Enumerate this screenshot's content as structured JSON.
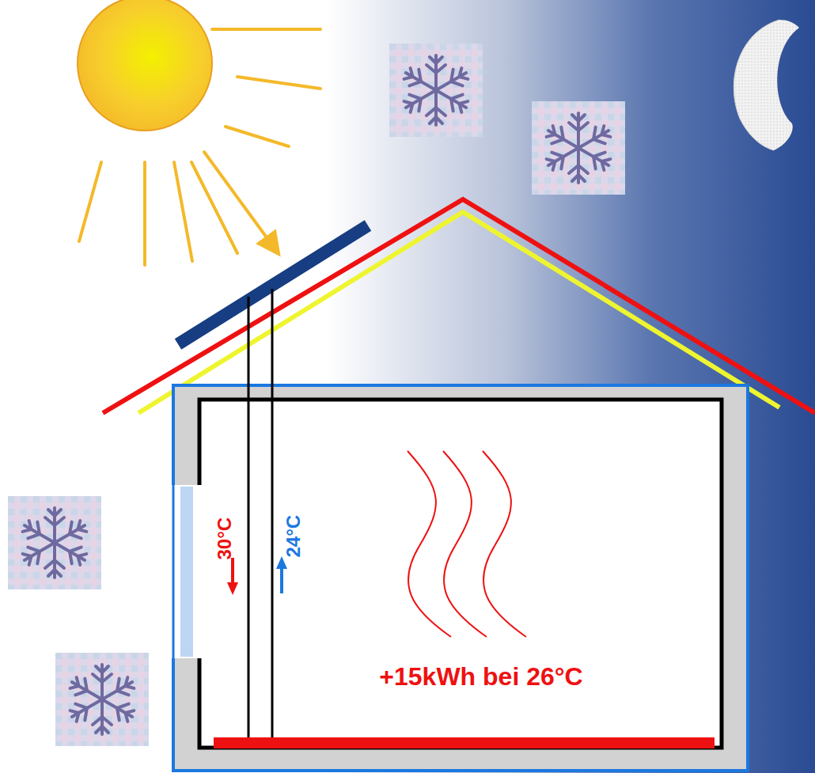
{
  "diagram": {
    "labels": [
      "30°C",
      "24°C",
      "+15kWh bei 26°C"
    ]
  }
}
